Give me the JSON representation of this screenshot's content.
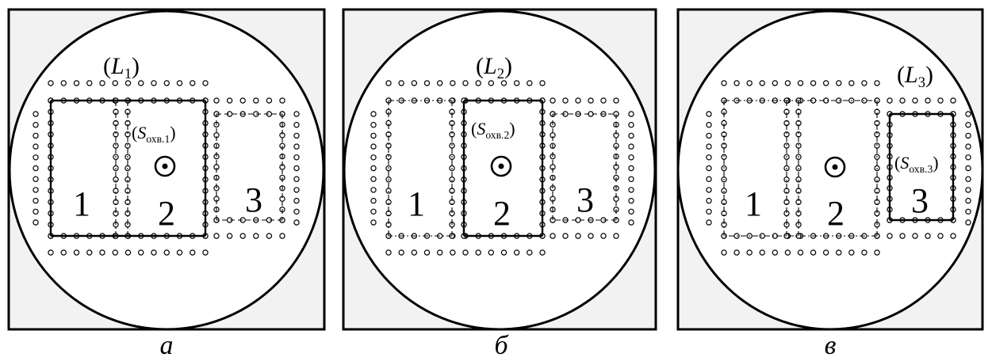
{
  "panels": [
    {
      "caption": "а",
      "loop_var": "L",
      "loop_sub": "1",
      "flux_var": "S",
      "flux_sub": "охв.1",
      "region_labels": [
        "1",
        "2",
        "3"
      ],
      "highlight": "12"
    },
    {
      "caption": "б",
      "loop_var": "L",
      "loop_sub": "2",
      "flux_var": "S",
      "flux_sub": "охв.2",
      "region_labels": [
        "1",
        "2",
        "3"
      ],
      "highlight": "2"
    },
    {
      "caption": "в",
      "loop_var": "L",
      "loop_sub": "3",
      "flux_var": "S",
      "flux_sub": "охв.3",
      "region_labels": [
        "1",
        "2",
        "3"
      ],
      "highlight": "3"
    }
  ]
}
